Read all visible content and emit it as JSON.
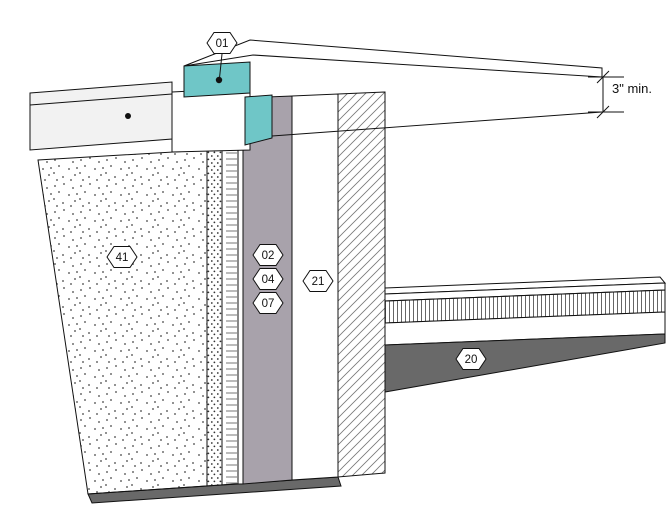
{
  "callouts": {
    "c01": "01",
    "c41": "41",
    "c02": "02",
    "c04": "04",
    "c07": "07",
    "c21": "21",
    "c20": "20"
  },
  "dimension": {
    "min_lap": "3\" min."
  },
  "colors": {
    "flashing_teal": "#6FC6C7",
    "membrane_gray": "#A8A2AB",
    "shadow_gray": "#696969",
    "cap_gray": "#F2F2F2",
    "paper_white": "#FFFFFF"
  }
}
